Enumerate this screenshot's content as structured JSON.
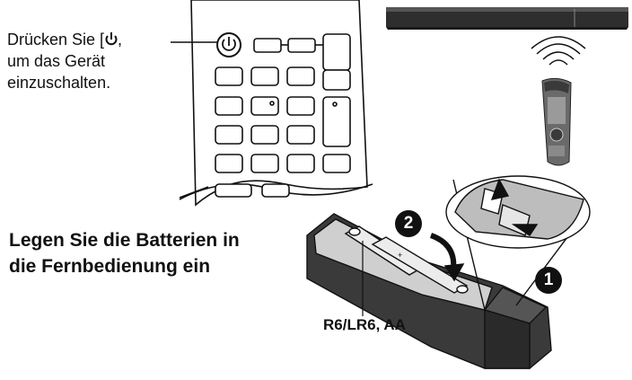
{
  "instructions": {
    "power_on": {
      "line1": "Drücken Sie [",
      "line1_suffix": ",",
      "line2": "um das Gerät",
      "line3": "einzuschalten."
    },
    "insert_batteries": {
      "line1": "Legen Sie die Batterien in",
      "line2": "die Fernbedienung ein"
    },
    "battery_type": "R6/LR6, AA"
  },
  "steps": {
    "step_one": "1",
    "step_two": "2"
  },
  "icons": {
    "power": "power-icon",
    "remote_closeup": "remote-closeup-illustration",
    "soundbar": "soundbar-illustration",
    "remote_signal": "signal-waves-icon",
    "small_remote": "small-remote-illustration",
    "battery_remote": "open-remote-illustration",
    "lid_closeup": "battery-lid-closeup-illustration"
  },
  "colors": {
    "ink": "#111111",
    "lightgray": "#e6e6e6",
    "midgray": "#9a9a9a",
    "darkgray": "#3a3a3a"
  }
}
